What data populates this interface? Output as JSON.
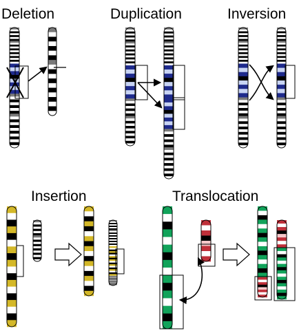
{
  "panels": {
    "deletion": {
      "title": "Deletion"
    },
    "duplication": {
      "title": "Duplication"
    },
    "inversion": {
      "title": "Inversion"
    },
    "insertion": {
      "title": "Insertion"
    },
    "translocation": {
      "title": "Translocation"
    }
  },
  "colors": {
    "outline": "#000000",
    "gray": "#7a7a7a",
    "blue": "#1e2a8c",
    "blue_light": "#c8d4f4",
    "yellow": "#d4b828",
    "yellow_light": "#f6ecb0",
    "green": "#11a35a",
    "green_light": "#c9ecd6",
    "red": "#c0303a",
    "red_light": "#f6c8ca",
    "white": "#ffffff",
    "black": "#000000"
  },
  "band_patterns": {
    "gray_long": [
      "gray",
      "white",
      "black",
      "white",
      "black",
      "white",
      "black",
      "gray",
      "white",
      "black",
      "white",
      "black",
      "white",
      "black",
      "white",
      "black",
      "white",
      "black",
      "white"
    ],
    "blue_segment": [
      "blue",
      "blue_light",
      "blue",
      "black",
      "blue_light",
      "blue",
      "blue_light",
      "blue"
    ],
    "yellow_long": [
      "yellow",
      "white",
      "black",
      "yellow",
      "black",
      "white",
      "yellow",
      "black",
      "yellow",
      "white",
      "black",
      "yellow",
      "white",
      "black",
      "yellow",
      "white",
      "black",
      "yellow"
    ],
    "green_long": [
      "green",
      "white",
      "black",
      "green",
      "white",
      "green",
      "black",
      "green",
      "white",
      "green",
      "black",
      "green",
      "white",
      "green",
      "black",
      "green"
    ],
    "red_short": [
      "red",
      "white",
      "red",
      "black",
      "red_light",
      "red",
      "white",
      "red"
    ]
  }
}
